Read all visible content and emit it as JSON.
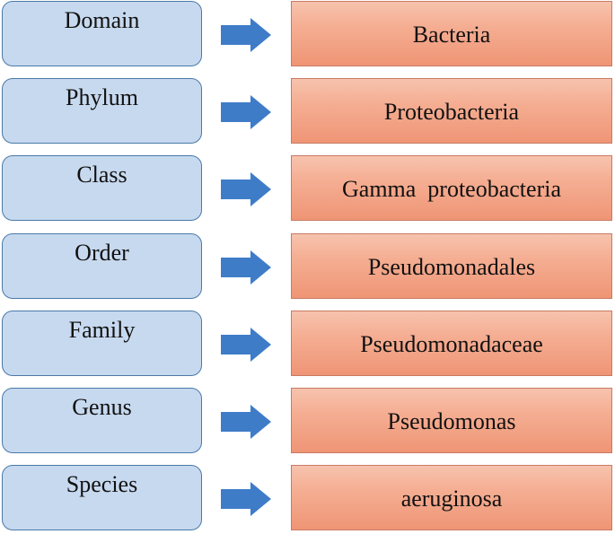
{
  "rows": [
    {
      "rank": "Domain",
      "taxon": "Bacteria"
    },
    {
      "rank": "Phylum",
      "taxon": "Proteobacteria"
    },
    {
      "rank": "Class",
      "taxon": "Gamma  proteobacteria"
    },
    {
      "rank": "Order",
      "taxon": "Pseudomonadales"
    },
    {
      "rank": "Family",
      "taxon": "Pseudomonadaceae"
    },
    {
      "rank": "Genus",
      "taxon": "Pseudomonas"
    },
    {
      "rank": "Species",
      "taxon": "aeruginosa"
    }
  ],
  "colors": {
    "rank_fill": "#c7d9ef",
    "rank_border": "#4a79a8",
    "arrow_fill": "#3f7cc8",
    "taxon_fill": "#f5ae93",
    "taxon_border": "#c97a63"
  }
}
